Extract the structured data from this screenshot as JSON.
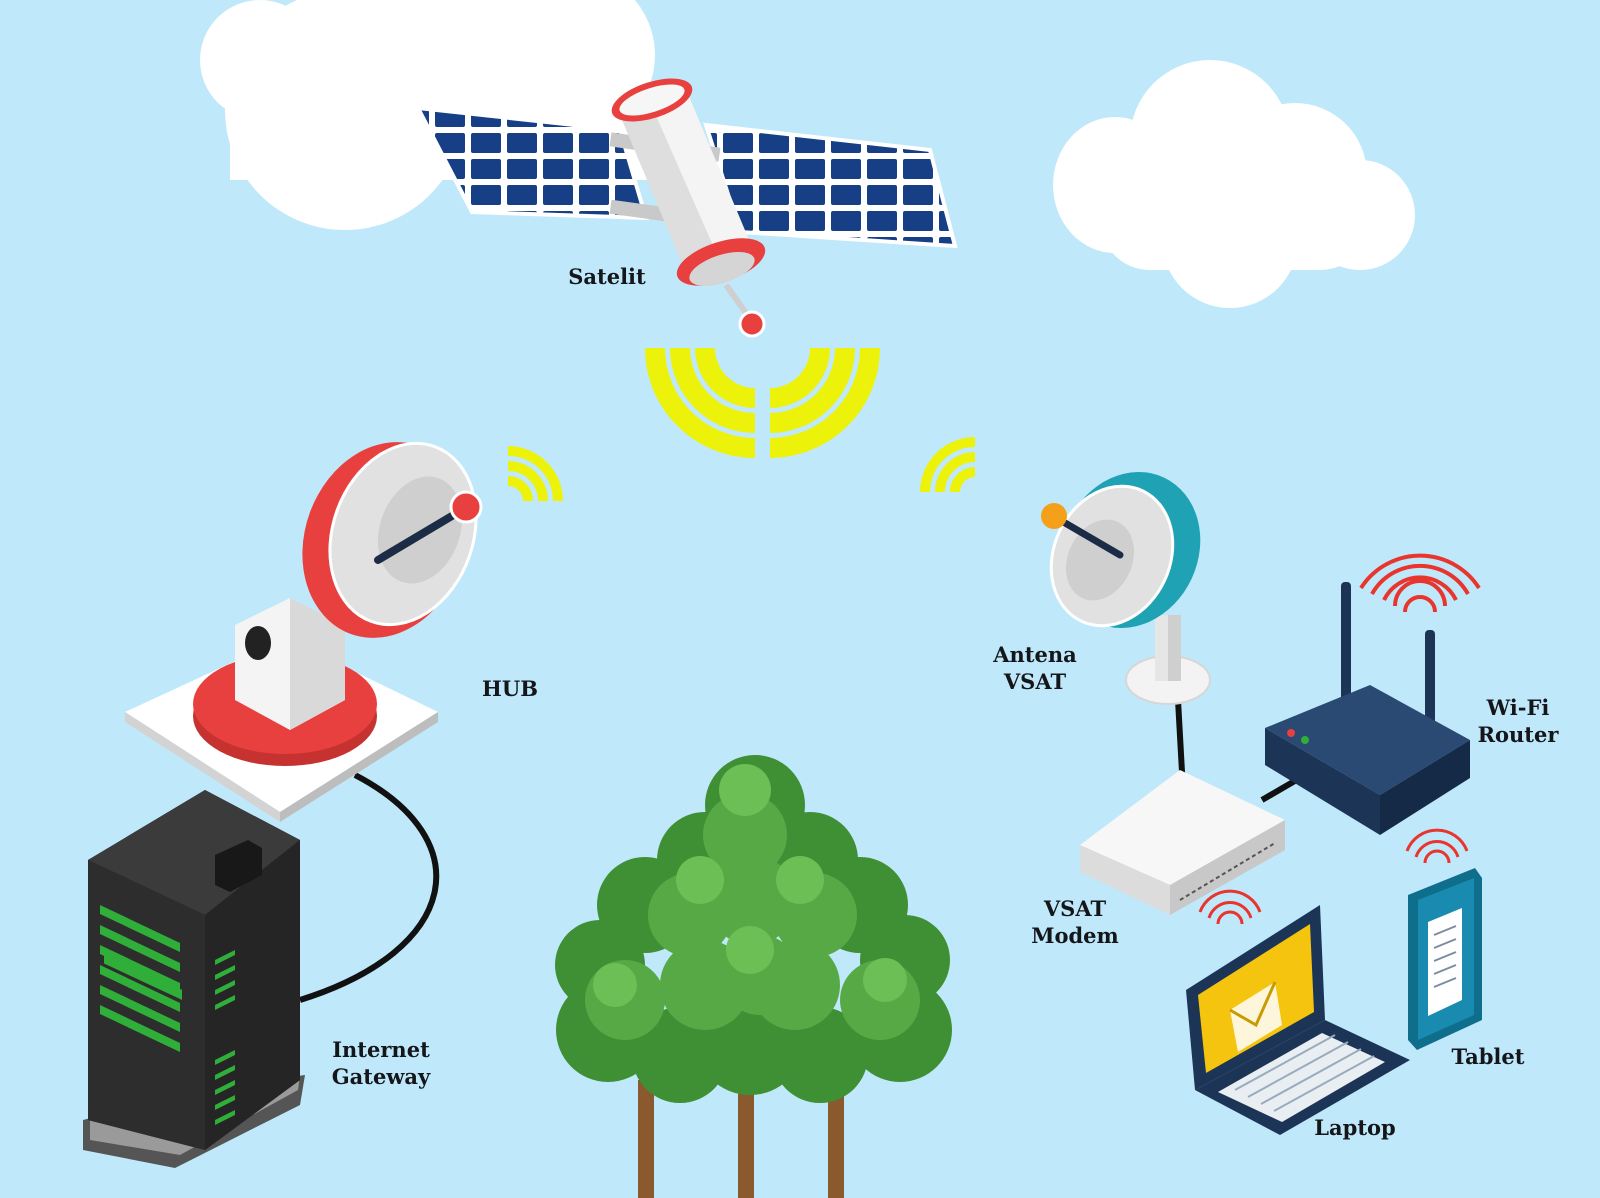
{
  "colors": {
    "sky": "#bfe9fa",
    "cloud": "#ffffff",
    "signal": "#ecf20a",
    "hub_red": "#e8403f",
    "vsat_teal": "#1fa3b4",
    "router_navy": "#1c3557",
    "wifi_red": "#e8352e",
    "server_dark": "#2b2b2b",
    "server_led": "#2fae3a",
    "tree_green": "#4a9e3c",
    "trunk": "#8a5a2e",
    "laptop_screen": "#f5c40f",
    "solar_panel": "#163f85"
  },
  "labels": {
    "satellite": "Satelit",
    "hub": "HUB",
    "antenna": [
      "Antena",
      "VSAT"
    ],
    "router": [
      "Wi-Fi",
      "Router"
    ],
    "modem": [
      "VSAT",
      "Modem"
    ],
    "gateway": [
      "Internet",
      "Gateway"
    ],
    "laptop": "Laptop",
    "tablet": "Tablet"
  },
  "icons": {
    "satellite": "satellite-icon",
    "hub_dish": "satellite-dish-icon",
    "antenna": "vsat-antenna-icon",
    "router": "wifi-router-icon",
    "modem": "modem-icon",
    "server": "server-icon",
    "laptop": "laptop-icon",
    "tablet": "tablet-icon",
    "tree": "tree-icon",
    "wifi": "wifi-signal-icon"
  }
}
